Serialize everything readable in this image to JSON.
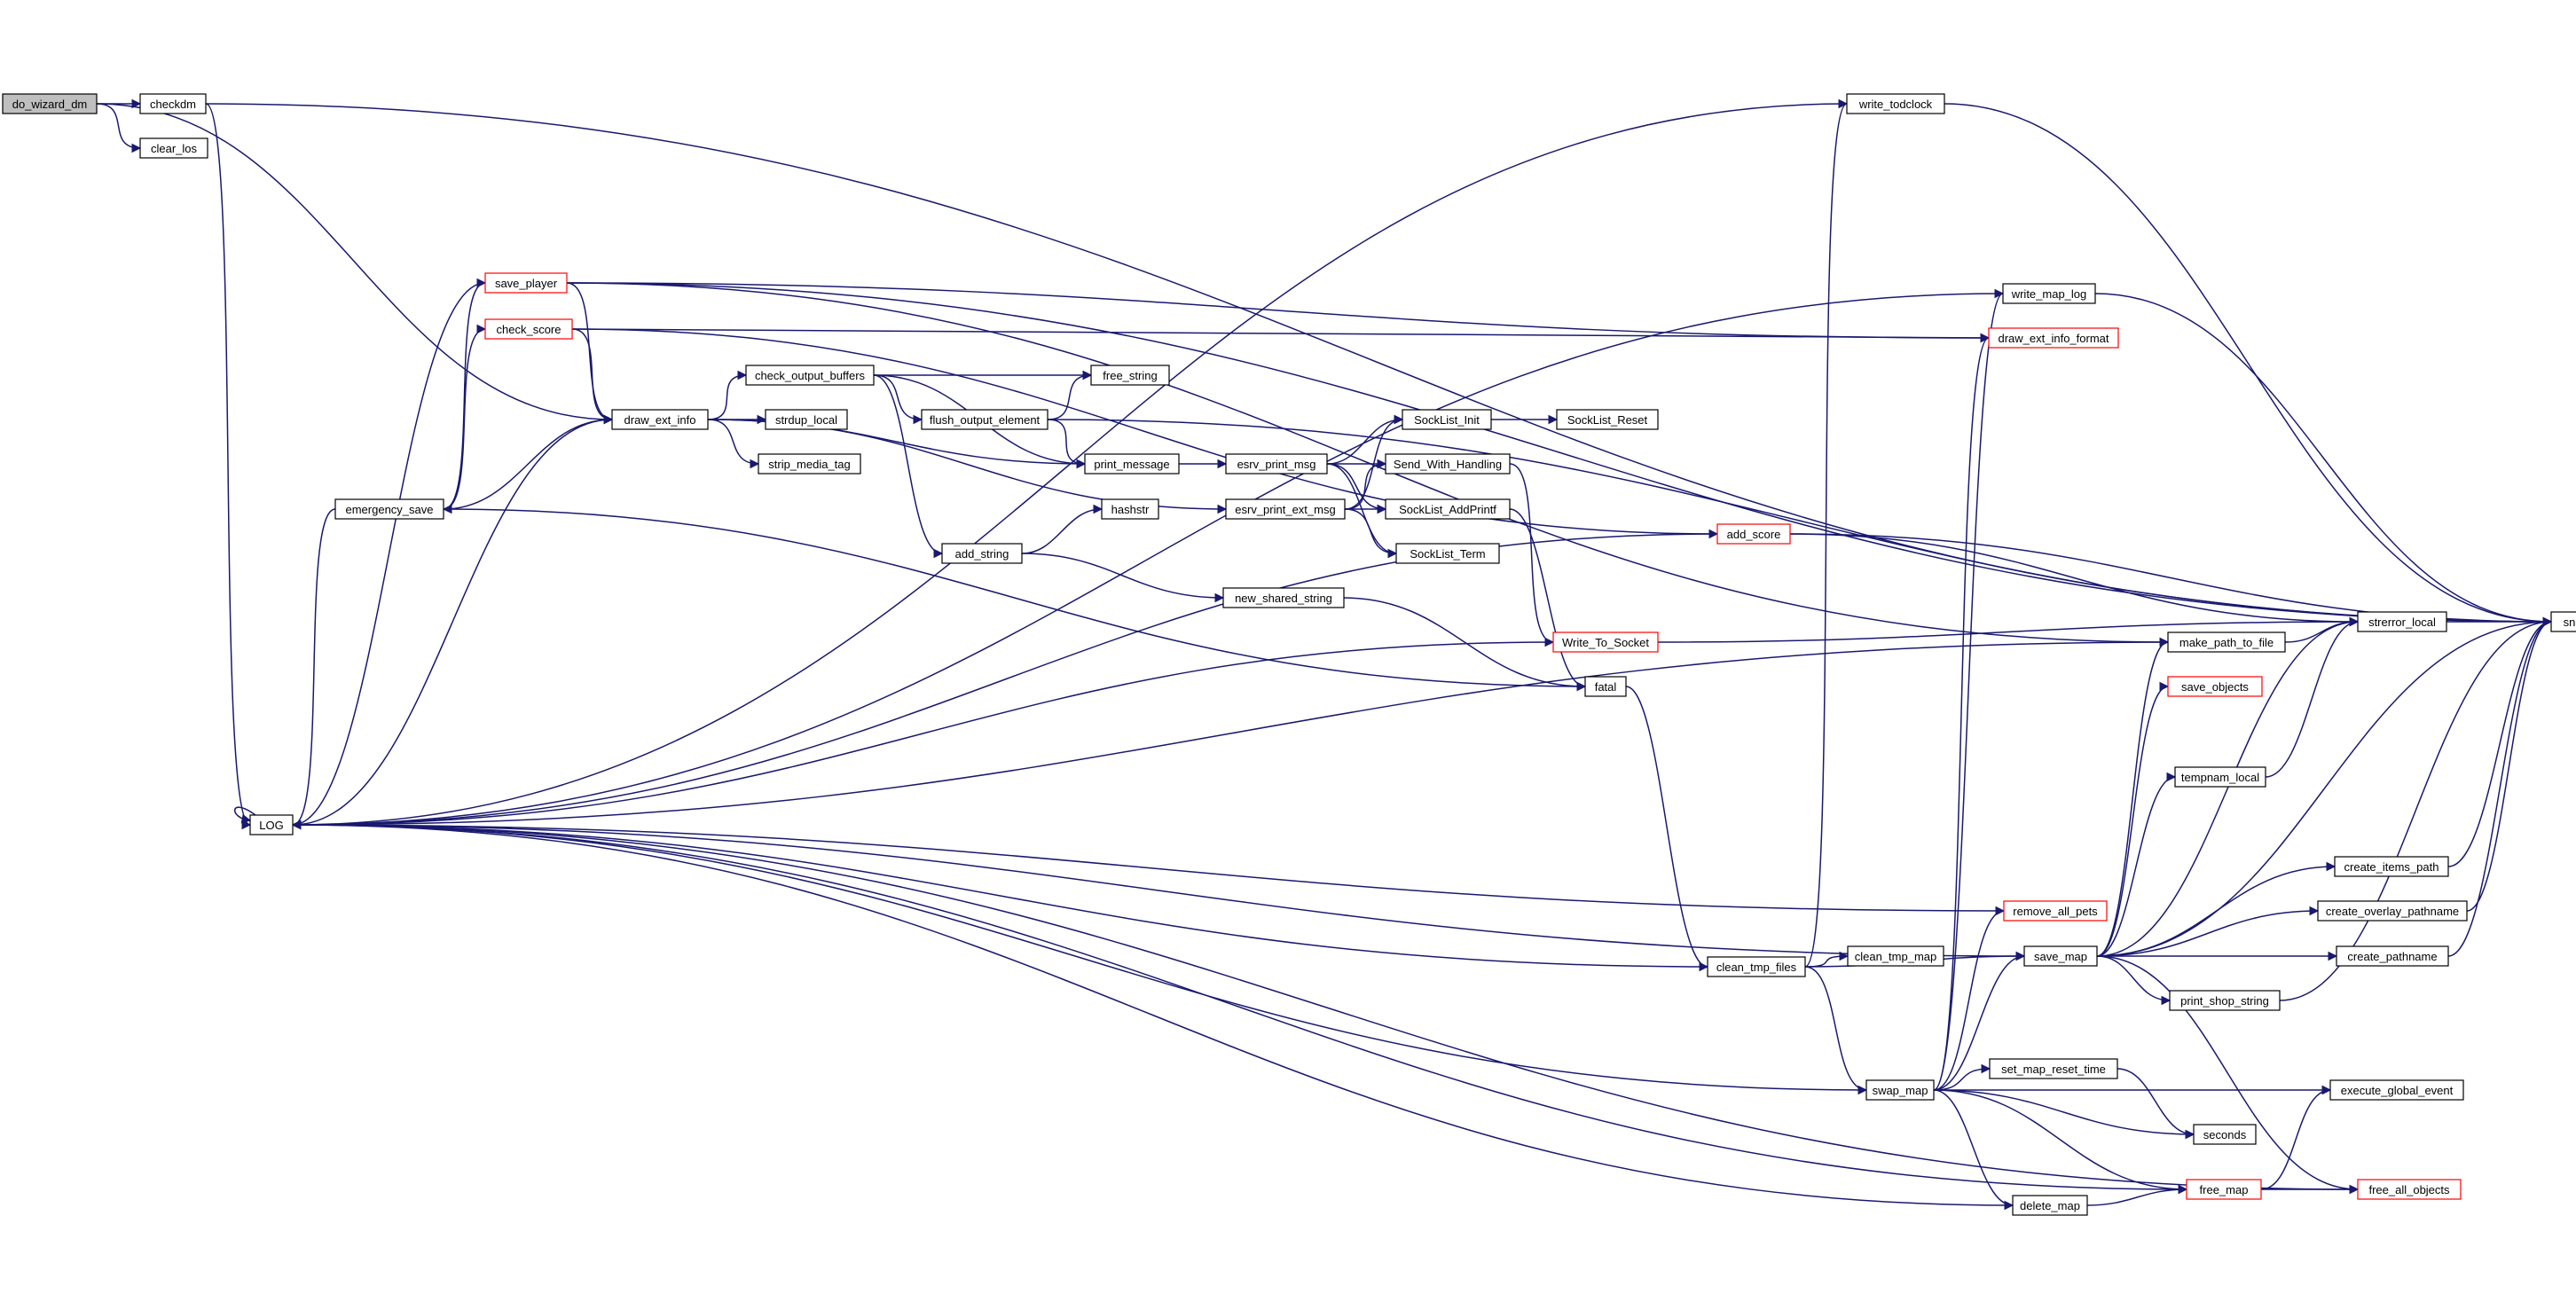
{
  "graph": {
    "nodes": [
      {
        "id": "do_wizard_dm",
        "label": "do_wizard_dm",
        "root": true,
        "truncated": false
      },
      {
        "id": "checkdm",
        "label": "checkdm",
        "truncated": false
      },
      {
        "id": "clear_los",
        "label": "clear_los",
        "truncated": false
      },
      {
        "id": "LOG",
        "label": "LOG",
        "truncated": false
      },
      {
        "id": "save_player",
        "label": "save_player",
        "truncated": true
      },
      {
        "id": "check_score",
        "label": "check_score",
        "truncated": true
      },
      {
        "id": "emergency_save",
        "label": "emergency_save",
        "truncated": false
      },
      {
        "id": "draw_ext_info",
        "label": "draw_ext_info",
        "truncated": false
      },
      {
        "id": "check_output_buffers",
        "label": "check_output_buffers",
        "truncated": false
      },
      {
        "id": "strdup_local",
        "label": "strdup_local",
        "truncated": false
      },
      {
        "id": "strip_media_tag",
        "label": "strip_media_tag",
        "truncated": false
      },
      {
        "id": "free_string",
        "label": "free_string",
        "truncated": false
      },
      {
        "id": "flush_output_element",
        "label": "flush_output_element",
        "truncated": false
      },
      {
        "id": "print_message",
        "label": "print_message",
        "truncated": false
      },
      {
        "id": "add_string",
        "label": "add_string",
        "truncated": false
      },
      {
        "id": "hashstr",
        "label": "hashstr",
        "truncated": false
      },
      {
        "id": "new_shared_string",
        "label": "new_shared_string",
        "truncated": false
      },
      {
        "id": "esrv_print_msg",
        "label": "esrv_print_msg",
        "truncated": false
      },
      {
        "id": "esrv_print_ext_msg",
        "label": "esrv_print_ext_msg",
        "truncated": false
      },
      {
        "id": "SockList_Init",
        "label": "SockList_Init",
        "truncated": false
      },
      {
        "id": "SockList_Reset",
        "label": "SockList_Reset",
        "truncated": false
      },
      {
        "id": "Send_With_Handling",
        "label": "Send_With_Handling",
        "truncated": false
      },
      {
        "id": "SockList_AddPrintf",
        "label": "SockList_AddPrintf",
        "truncated": false
      },
      {
        "id": "SockList_Term",
        "label": "SockList_Term",
        "truncated": false
      },
      {
        "id": "Write_To_Socket",
        "label": "Write_To_Socket",
        "truncated": true
      },
      {
        "id": "fatal",
        "label": "fatal",
        "truncated": false
      },
      {
        "id": "add_score",
        "label": "add_score",
        "truncated": true
      },
      {
        "id": "write_todclock",
        "label": "write_todclock",
        "truncated": false
      },
      {
        "id": "write_map_log",
        "label": "write_map_log",
        "truncated": false
      },
      {
        "id": "draw_ext_info_format",
        "label": "draw_ext_info_format",
        "truncated": true
      },
      {
        "id": "strerror_local",
        "label": "strerror_local",
        "truncated": false
      },
      {
        "id": "snprintf",
        "label": "snprintf",
        "truncated": false
      },
      {
        "id": "make_path_to_file",
        "label": "make_path_to_file",
        "truncated": false
      },
      {
        "id": "save_objects",
        "label": "save_objects",
        "truncated": true
      },
      {
        "id": "tempnam_local",
        "label": "tempnam_local",
        "truncated": false
      },
      {
        "id": "create_items_path",
        "label": "create_items_path",
        "truncated": false
      },
      {
        "id": "create_overlay_pathname",
        "label": "create_overlay_pathname",
        "truncated": false
      },
      {
        "id": "create_pathname",
        "label": "create_pathname",
        "truncated": false
      },
      {
        "id": "remove_all_pets",
        "label": "remove_all_pets",
        "truncated": true
      },
      {
        "id": "clean_tmp_files",
        "label": "clean_tmp_files",
        "truncated": false
      },
      {
        "id": "clean_tmp_map",
        "label": "clean_tmp_map",
        "truncated": false
      },
      {
        "id": "save_map",
        "label": "save_map",
        "truncated": false
      },
      {
        "id": "print_shop_string",
        "label": "print_shop_string",
        "truncated": false
      },
      {
        "id": "swap_map",
        "label": "swap_map",
        "truncated": false
      },
      {
        "id": "set_map_reset_time",
        "label": "set_map_reset_time",
        "truncated": false
      },
      {
        "id": "execute_global_event",
        "label": "execute_global_event",
        "truncated": false
      },
      {
        "id": "seconds",
        "label": "seconds",
        "truncated": false
      },
      {
        "id": "delete_map",
        "label": "delete_map",
        "truncated": false
      },
      {
        "id": "free_map",
        "label": "free_map",
        "truncated": true
      },
      {
        "id": "free_all_objects",
        "label": "free_all_objects",
        "truncated": true
      }
    ],
    "edges": [
      [
        "do_wizard_dm",
        "checkdm"
      ],
      [
        "do_wizard_dm",
        "clear_los"
      ],
      [
        "do_wizard_dm",
        "draw_ext_info"
      ],
      [
        "checkdm",
        "LOG"
      ],
      [
        "checkdm",
        "snprintf"
      ],
      [
        "LOG",
        "LOG"
      ],
      [
        "save_player",
        "draw_ext_info"
      ],
      [
        "save_player",
        "LOG"
      ],
      [
        "save_player",
        "draw_ext_info_format"
      ],
      [
        "save_player",
        "make_path_to_file"
      ],
      [
        "save_player",
        "snprintf"
      ],
      [
        "check_score",
        "draw_ext_info"
      ],
      [
        "check_score",
        "add_score"
      ],
      [
        "check_score",
        "draw_ext_info_format"
      ],
      [
        "emergency_save",
        "save_player"
      ],
      [
        "emergency_save",
        "check_score"
      ],
      [
        "emergency_save",
        "draw_ext_info"
      ],
      [
        "emergency_save",
        "LOG"
      ],
      [
        "draw_ext_info",
        "check_output_buffers"
      ],
      [
        "draw_ext_info",
        "strdup_local"
      ],
      [
        "draw_ext_info",
        "strip_media_tag"
      ],
      [
        "draw_ext_info",
        "print_message"
      ],
      [
        "draw_ext_info",
        "esrv_print_ext_msg"
      ],
      [
        "draw_ext_info",
        "LOG"
      ],
      [
        "check_output_buffers",
        "free_string"
      ],
      [
        "check_output_buffers",
        "flush_output_element"
      ],
      [
        "check_output_buffers",
        "print_message"
      ],
      [
        "check_output_buffers",
        "add_string"
      ],
      [
        "flush_output_element",
        "free_string"
      ],
      [
        "flush_output_element",
        "print_message"
      ],
      [
        "flush_output_element",
        "snprintf"
      ],
      [
        "add_string",
        "hashstr"
      ],
      [
        "add_string",
        "new_shared_string"
      ],
      [
        "new_shared_string",
        "fatal"
      ],
      [
        "print_message",
        "esrv_print_msg"
      ],
      [
        "esrv_print_msg",
        "SockList_Init"
      ],
      [
        "esrv_print_msg",
        "Send_With_Handling"
      ],
      [
        "esrv_print_msg",
        "SockList_AddPrintf"
      ],
      [
        "esrv_print_msg",
        "SockList_Term"
      ],
      [
        "esrv_print_ext_msg",
        "SockList_Init"
      ],
      [
        "esrv_print_ext_msg",
        "Send_With_Handling"
      ],
      [
        "esrv_print_ext_msg",
        "SockList_AddPrintf"
      ],
      [
        "esrv_print_ext_msg",
        "SockList_Term"
      ],
      [
        "SockList_Init",
        "SockList_Reset"
      ],
      [
        "Send_With_Handling",
        "Write_To_Socket"
      ],
      [
        "SockList_AddPrintf",
        "fatal"
      ],
      [
        "Write_To_Socket",
        "LOG"
      ],
      [
        "Write_To_Socket",
        "strerror_local"
      ],
      [
        "fatal",
        "emergency_save"
      ],
      [
        "fatal",
        "clean_tmp_files"
      ],
      [
        "add_score",
        "LOG"
      ],
      [
        "add_score",
        "strerror_local"
      ],
      [
        "add_score",
        "snprintf"
      ],
      [
        "write_todclock",
        "LOG"
      ],
      [
        "write_todclock",
        "snprintf"
      ],
      [
        "write_map_log",
        "LOG"
      ],
      [
        "write_map_log",
        "snprintf"
      ],
      [
        "strerror_local",
        "snprintf"
      ],
      [
        "make_path_to_file",
        "LOG"
      ],
      [
        "make_path_to_file",
        "strerror_local"
      ],
      [
        "tempnam_local",
        "strerror_local"
      ],
      [
        "create_items_path",
        "snprintf"
      ],
      [
        "create_overlay_pathname",
        "snprintf"
      ],
      [
        "create_pathname",
        "snprintf"
      ],
      [
        "print_shop_string",
        "snprintf"
      ],
      [
        "remove_all_pets",
        "LOG"
      ],
      [
        "clean_tmp_files",
        "write_todclock"
      ],
      [
        "clean_tmp_files",
        "clean_tmp_map"
      ],
      [
        "clean_tmp_files",
        "save_map"
      ],
      [
        "clean_tmp_files",
        "swap_map"
      ],
      [
        "clean_tmp_files",
        "LOG"
      ],
      [
        "save_map",
        "LOG"
      ],
      [
        "save_map",
        "make_path_to_file"
      ],
      [
        "save_map",
        "save_objects"
      ],
      [
        "save_map",
        "tempnam_local"
      ],
      [
        "save_map",
        "create_items_path"
      ],
      [
        "save_map",
        "create_overlay_pathname"
      ],
      [
        "save_map",
        "create_pathname"
      ],
      [
        "save_map",
        "print_shop_string"
      ],
      [
        "save_map",
        "free_all_objects"
      ],
      [
        "save_map",
        "snprintf"
      ],
      [
        "save_map",
        "strerror_local"
      ],
      [
        "swap_map",
        "write_map_log"
      ],
      [
        "swap_map",
        "draw_ext_info_format"
      ],
      [
        "swap_map",
        "remove_all_pets"
      ],
      [
        "swap_map",
        "save_map"
      ],
      [
        "swap_map",
        "set_map_reset_time"
      ],
      [
        "swap_map",
        "seconds"
      ],
      [
        "swap_map",
        "delete_map"
      ],
      [
        "swap_map",
        "free_map"
      ],
      [
        "swap_map",
        "execute_global_event"
      ],
      [
        "swap_map",
        "LOG"
      ],
      [
        "clean_tmp_files",
        "LOG"
      ],
      [
        "set_map_reset_time",
        "seconds"
      ],
      [
        "delete_map",
        "free_map"
      ],
      [
        "delete_map",
        "LOG"
      ],
      [
        "free_map",
        "execute_global_event"
      ],
      [
        "free_map",
        "free_all_objects"
      ],
      [
        "free_map",
        "LOG"
      ],
      [
        "free_all_objects",
        "LOG"
      ]
    ]
  },
  "colors": {
    "edge": "#191970",
    "node_border": "#000000",
    "truncated_border": "#ff0000",
    "root_fill": "#bfbfbf"
  }
}
